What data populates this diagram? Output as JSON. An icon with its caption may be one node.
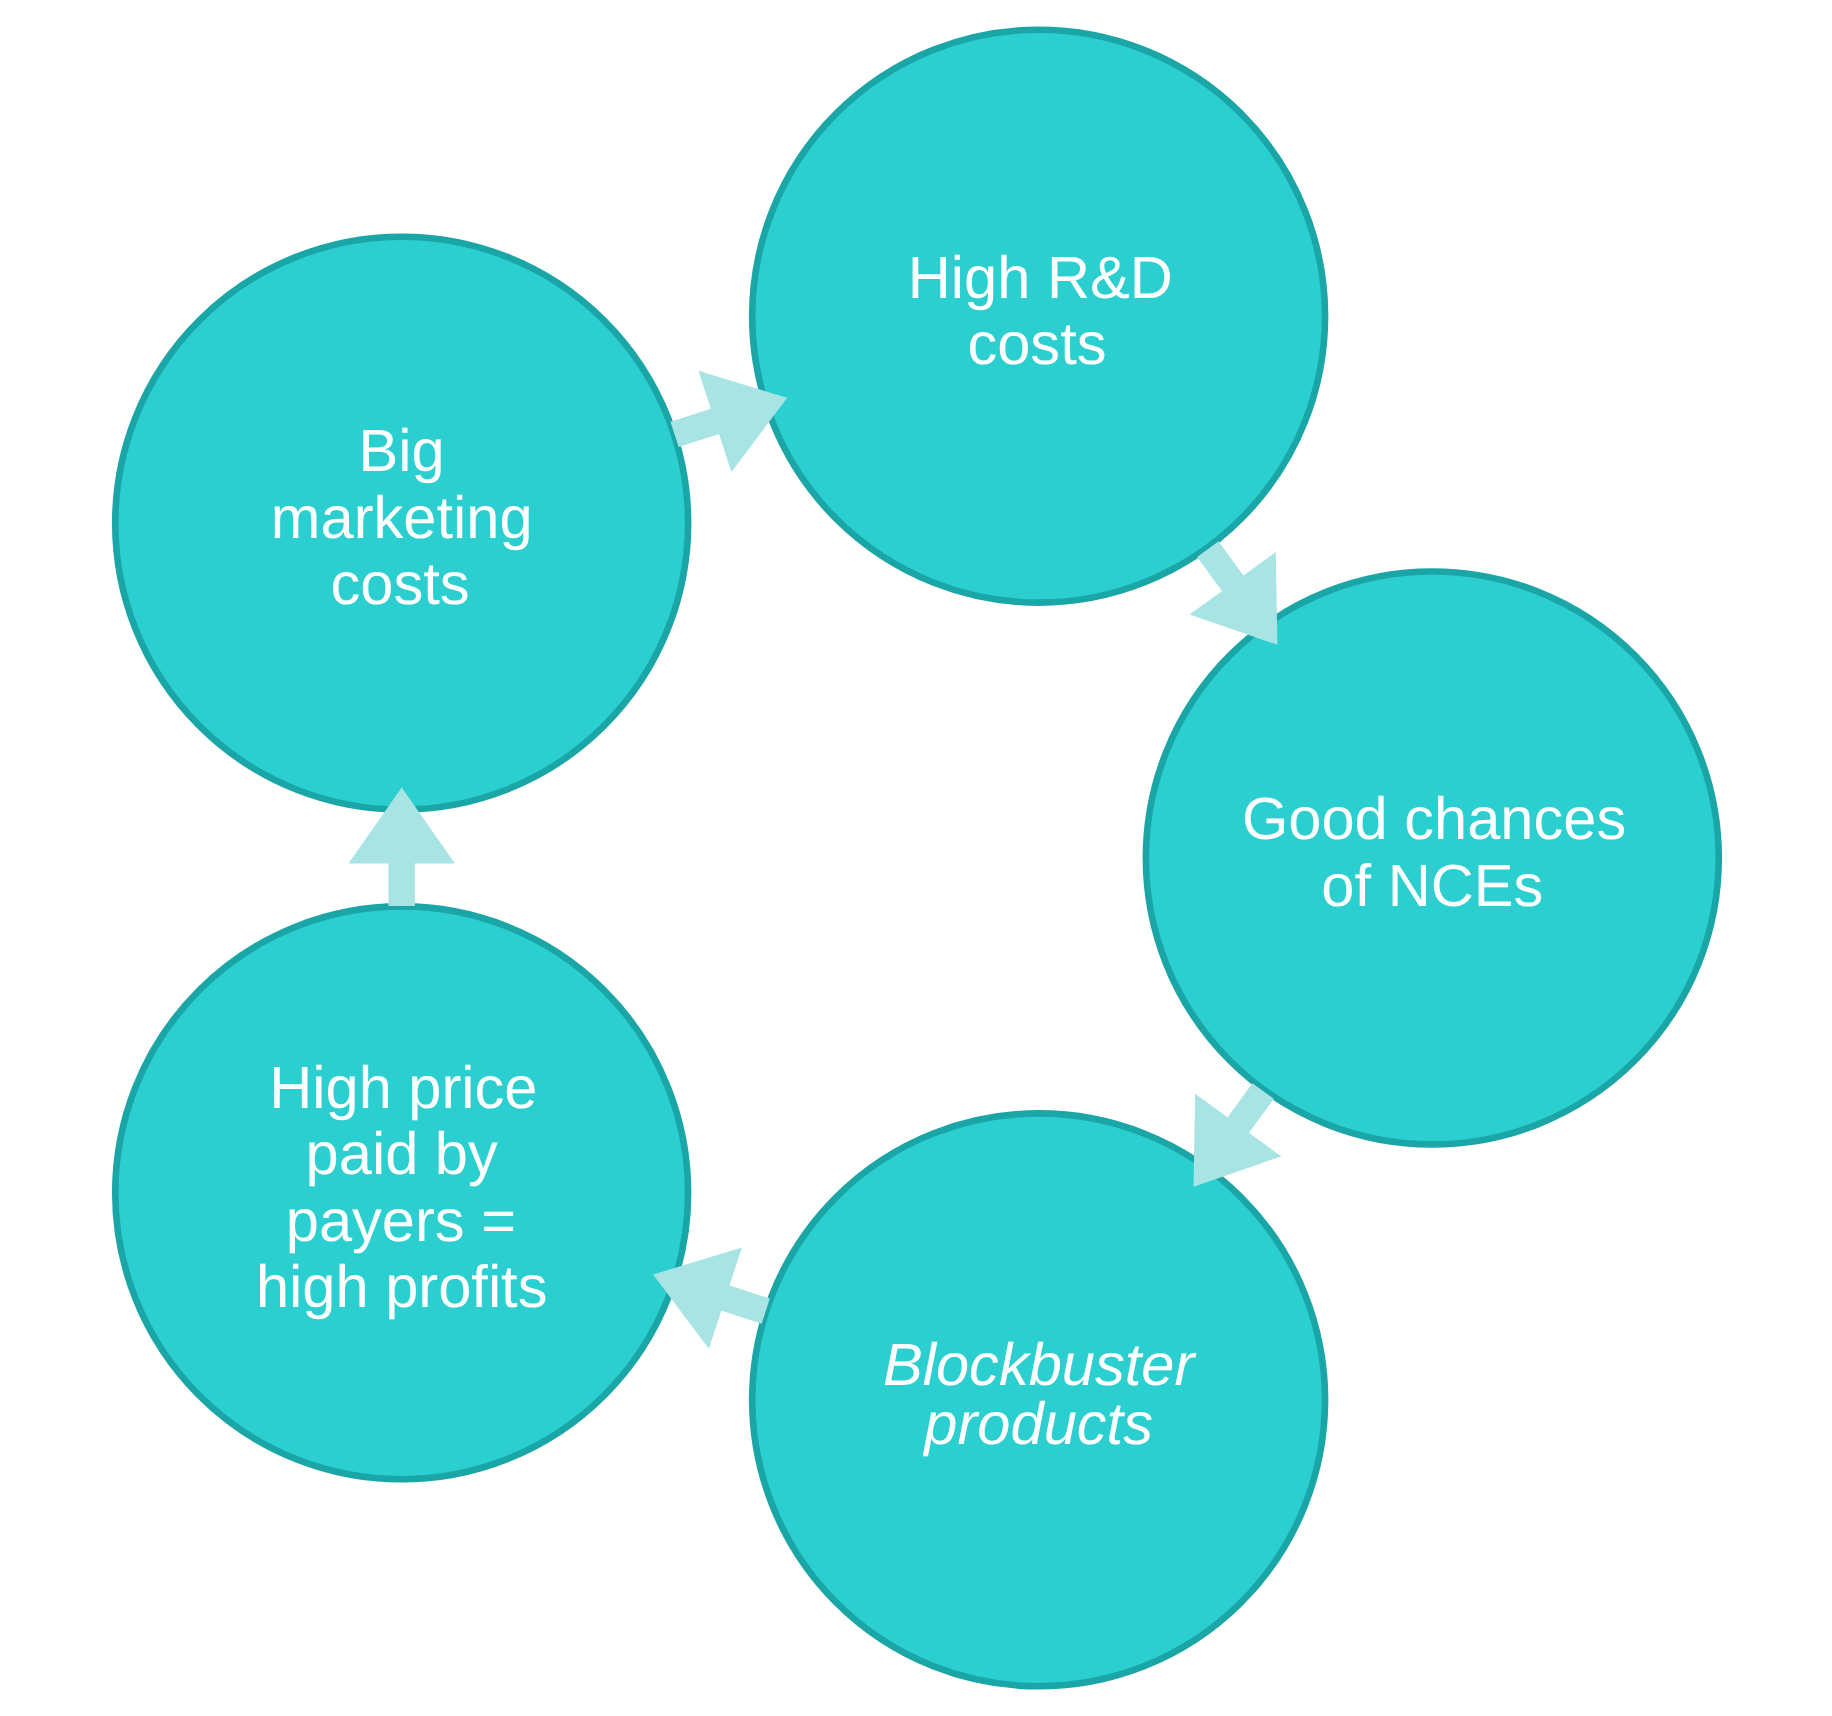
{
  "diagram": {
    "nodes": [
      {
        "text": [
          "Blockbuster products"
        ]
      },
      {
        "text": [
          "Good chances of NCEs"
        ]
      },
      {
        "text": [
          "High price paid by payers = high profits"
        ]
      },
      {
        "text": [
          "Big marketing costs"
        ]
      },
      {
        "text": [
          "High R&D costs"
        ]
      }
    ],
    "edges": [
      {
        "from": 0,
        "to": 2,
        "arrow": "to"
      },
      {
        "from": 2,
        "to": 3,
        "arrow": "to"
      },
      {
        "from": 3,
        "to": 4,
        "arrow": "to"
      },
      {
        "from": 4,
        "to": 1,
        "arrow": "to"
      },
      {
        "from": 1,
        "to": 0,
        "arrow": "to"
      }
    ]
  }
}
